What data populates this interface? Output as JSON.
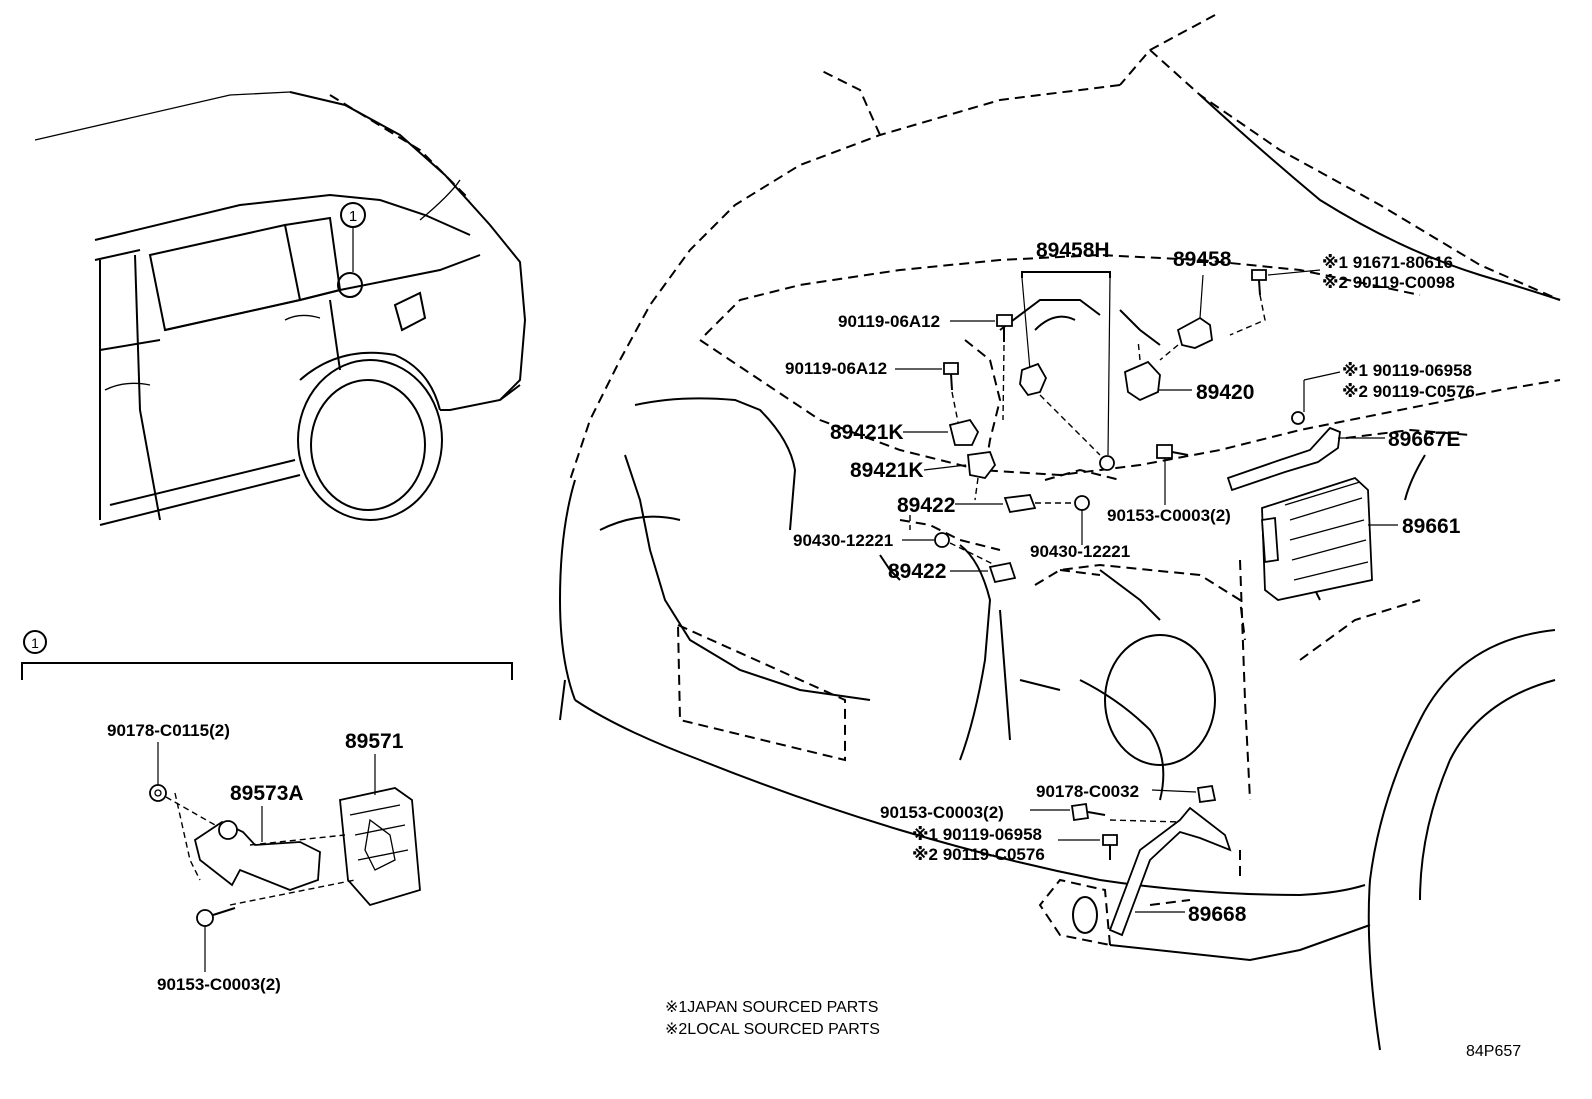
{
  "diagram": {
    "callout_circle_label": "1",
    "inset_label": "1",
    "code": "84P657",
    "notes": [
      "※1JAPAN SOURCED PARTS",
      "※2LOCAL SOURCED PARTS"
    ],
    "labels": {
      "p89458H": "89458H",
      "p89458": "89458",
      "p91671": "※1 91671-80616",
      "p90119_C0098": "※2 90119-C0098",
      "p90119_06A12_a": "90119-06A12",
      "p90119_06A12_b": "90119-06A12",
      "p89420": "89420",
      "p90119_06958_top": "※1 90119-06958",
      "p90119_C0576_top": "※2 90119-C0576",
      "p89667E": "89667E",
      "p89421K_a": "89421K",
      "p89421K_b": "89421K",
      "p89422_a": "89422",
      "p90153_C0003_top": "90153-C0003(2)",
      "p89661": "89661",
      "p90430_a": "90430-12221",
      "p90430_b": "90430-12221",
      "p89422_b": "89422",
      "p90178_C0032": "90178-C0032",
      "p90153_C0003_mid": "90153-C0003(2)",
      "p90119_06958_bot": "※1 90119-06958",
      "p90119_C0576_bot": "※2 90119-C0576",
      "p89668": "89668",
      "p90178_C0115": "90178-C0115(2)",
      "p89571": "89571",
      "p89573A": "89573A",
      "p90153_C0003_inset": "90153-C0003(2)"
    }
  }
}
